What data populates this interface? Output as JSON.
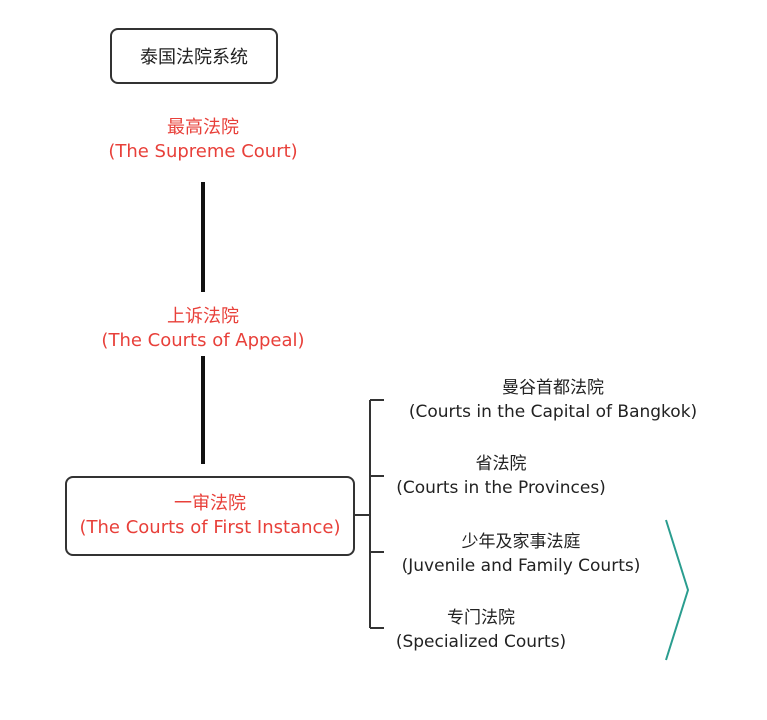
{
  "title": "泰国法院系统",
  "supreme": {
    "zh": "最高法院",
    "en": "(The Supreme Court)"
  },
  "appeal": {
    "zh": "上诉法院",
    "en": "(The Courts of Appeal)"
  },
  "first_instance": {
    "zh": "一审法院",
    "en": "(The Courts of First Instance)"
  },
  "branches": [
    {
      "zh": "曼谷首都法院",
      "en": "(Courts in the Capital of Bangkok)"
    },
    {
      "zh": "省法院",
      "en": "(Courts in the Provinces)"
    },
    {
      "zh": "少年及家事法庭",
      "en": "(Juvenile and Family Courts)"
    },
    {
      "zh": "专门法院",
      "en": "(Specialized Courts)"
    }
  ],
  "colors": {
    "accent_red": "#e8403a",
    "chevron_teal": "#2a9d8f",
    "line": "#111111"
  }
}
